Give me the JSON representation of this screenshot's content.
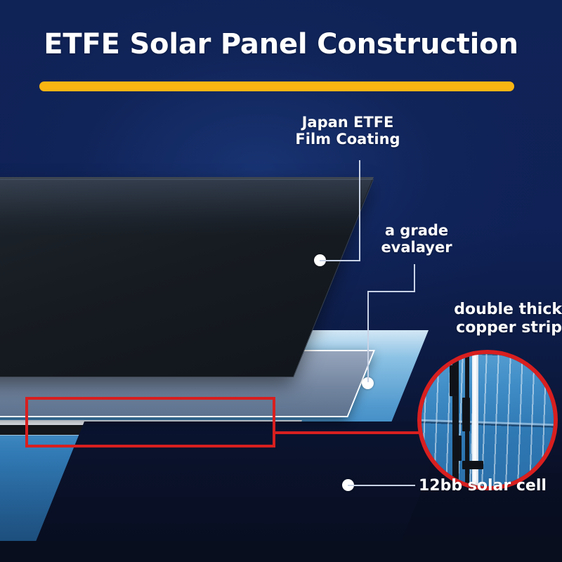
{
  "header": {
    "title": "ETFE Solar Panel Construction",
    "rule_color": "#fab513"
  },
  "theme": {
    "background_top": "#102357",
    "background_bottom": "#070d1c",
    "accent_yellow": "#fab513",
    "highlight_red": "#d81f1f",
    "text_white": "#ffffff",
    "leader_line": "#c9d3e6"
  },
  "callouts": [
    {
      "id": "japan-etfe-film-coating",
      "line1": "Japan ETFE",
      "line2": "Film Coating",
      "align": "center"
    },
    {
      "id": "a-grade-evalayer",
      "line1": "a grade",
      "line2": "evalayer",
      "align": "center"
    },
    {
      "id": "double-thick-copper-strip",
      "line1": "double thick",
      "line2": "copper strip",
      "align": "right"
    },
    {
      "id": "12bb-solar-cell",
      "line1": "12bb solar cell",
      "line2": "",
      "align": "left"
    }
  ],
  "layers": [
    {
      "name": "etfe-film-layer",
      "description": "Dark ETFE top film sheet"
    },
    {
      "name": "eva-layer",
      "description": "Translucent a-grade EVA encapsulant layer"
    },
    {
      "name": "solar-cell-layer",
      "description": "Blue 12bb monocrystalline solar cell sheet"
    }
  ],
  "magnifier": {
    "name": "copper-strip-magnifier",
    "detail": "Magnified view of double thick copper busbar strip across solar cells"
  },
  "highlight": {
    "name": "copper-strip-highlight-region"
  }
}
